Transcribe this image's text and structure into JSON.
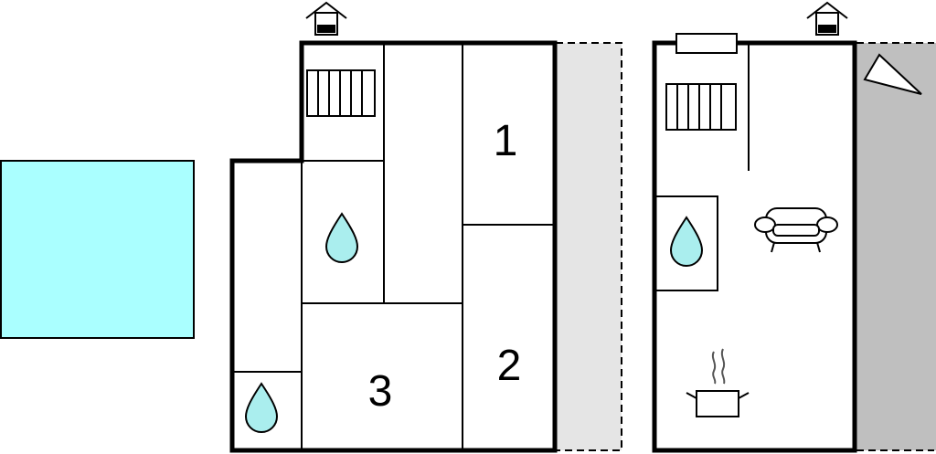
{
  "colors": {
    "pool": "#aaffff",
    "terrace_light": "#e5e5e5",
    "terrace_dark": "#bfbfbf",
    "water": "#aaeeee",
    "wall": "#000000",
    "background": "#ffffff"
  },
  "floor_plan_left": {
    "rooms": [
      {
        "name": "bedroom-1",
        "label": "1"
      },
      {
        "name": "bedroom-2",
        "label": "2"
      },
      {
        "name": "bedroom-3",
        "label": "3"
      }
    ],
    "icons": [
      "entrance-icon",
      "heater-icon",
      "water-drop-icon",
      "water-drop-icon"
    ]
  },
  "floor_plan_right": {
    "icons": [
      "entrance-icon",
      "window-icon",
      "heater-icon",
      "water-drop-icon",
      "sofa-icon",
      "cooking-pot-icon",
      "corner-shape-icon"
    ]
  }
}
